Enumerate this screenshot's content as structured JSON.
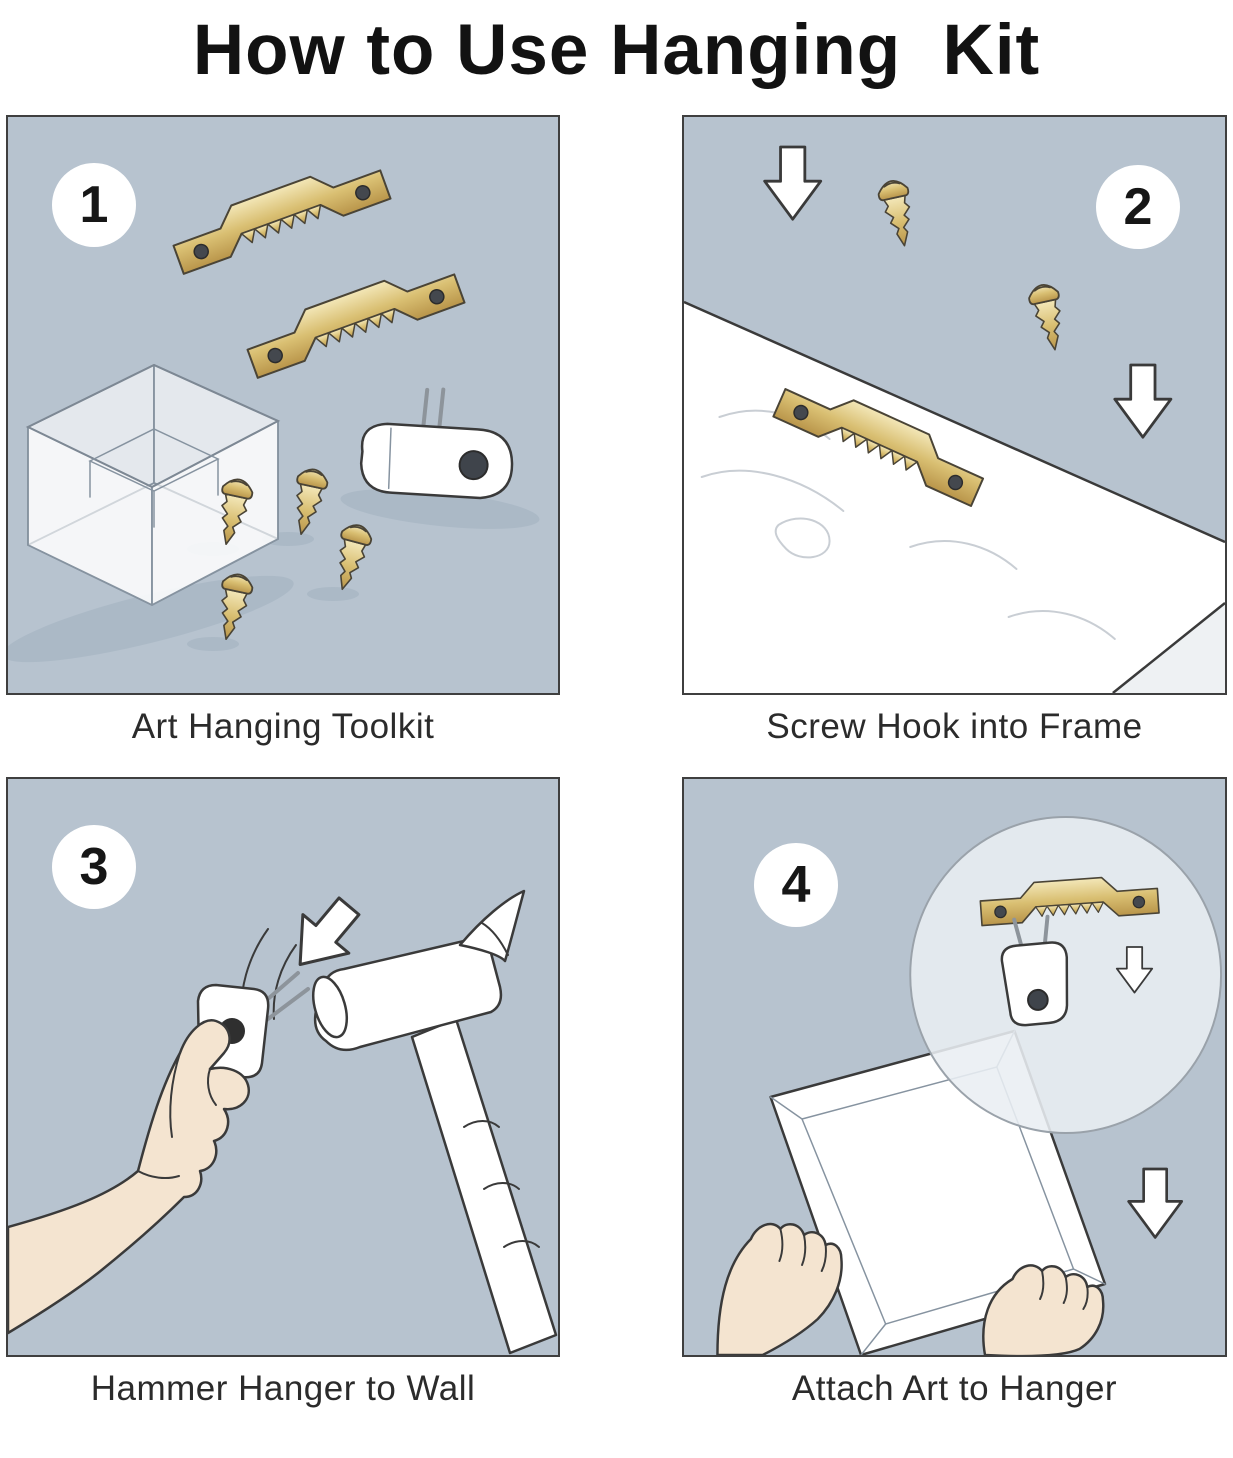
{
  "title": "How to Use Hanging  Kit",
  "steps": [
    {
      "number": "1",
      "caption": "Art Hanging Toolkit",
      "elements": [
        "storage-box",
        "sawtooth-hanger",
        "sawtooth-hanger",
        "screw",
        "screw",
        "screw",
        "screw",
        "wall-hook"
      ]
    },
    {
      "number": "2",
      "caption": "Screw Hook into Frame",
      "elements": [
        "frame-board",
        "sawtooth-hanger",
        "screw",
        "screw",
        "down-arrow-icon",
        "down-arrow-icon"
      ]
    },
    {
      "number": "3",
      "caption": "Hammer Hanger to Wall",
      "elements": [
        "hand",
        "wall-hook",
        "hammer",
        "down-arrow-icon"
      ]
    },
    {
      "number": "4",
      "caption": "Attach Art to Hanger",
      "elements": [
        "magnifier-circle",
        "sawtooth-hanger",
        "wall-hook",
        "picture-frame",
        "hand",
        "hand",
        "down-arrow-icon",
        "down-arrow-icon"
      ]
    }
  ],
  "colors": {
    "panel_background": "#b7c3cf",
    "panel_border": "#3f3f3f",
    "brass_light": "#f3e7b8",
    "brass": "#d9bf72",
    "brass_dark": "#b9954a",
    "outline": "#3a3a3a",
    "skin": "#f4e4d0",
    "white": "#ffffff",
    "shadow": "#a5b3c1"
  }
}
